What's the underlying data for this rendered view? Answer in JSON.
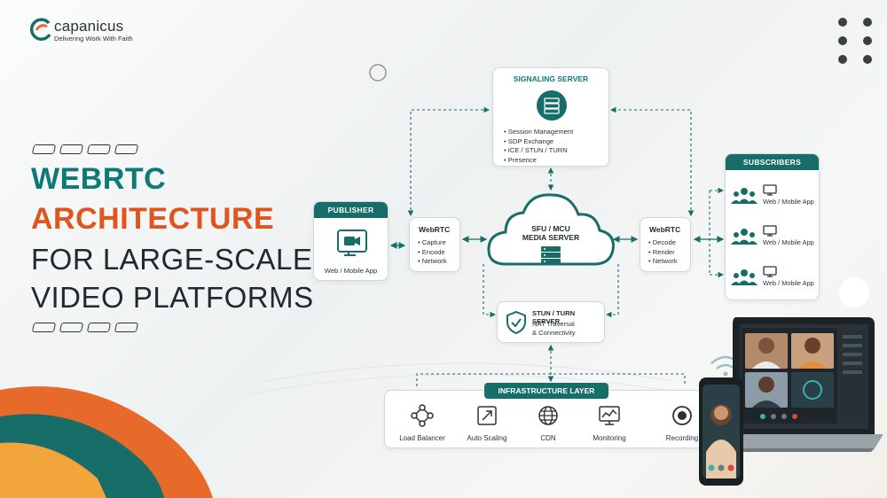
{
  "brand": {
    "name": "capanicus",
    "tagline": "Delivering Work With Faith"
  },
  "headline": {
    "line1": "WEBRTC",
    "line2": "ARCHITECTURE",
    "line3": "FOR LARGE-SCALE",
    "line4": "VIDEO PLATFORMS"
  },
  "colors": {
    "teal": "#0e7a78",
    "orange": "#e0541e",
    "dark": "#1f2a30",
    "header": "#176d68"
  },
  "signaling": {
    "title": "SIGNALING SERVER",
    "items": [
      "Session Management",
      "SDP Exchange",
      "ICE / STUN / TURN",
      "Presence"
    ],
    "icon": "server-icon"
  },
  "publisher": {
    "title": "PUBLISHER",
    "label": "Web / Mobile App",
    "icon": "video-camera-icon"
  },
  "webrtc_left": {
    "title": "WebRTC",
    "items": [
      "Capture",
      "Encode",
      "Network"
    ]
  },
  "media_server": {
    "line1": "SFU / MCU",
    "line2": "MEDIA SERVER",
    "icon": "server-rack-icon"
  },
  "webrtc_right": {
    "title": "WebRTC",
    "items": [
      "Decode",
      "Render",
      "Network"
    ]
  },
  "subscribers": {
    "title": "SUBSCRIBERS",
    "items": [
      "Web / Mobile App",
      "Web / Mobile App",
      "Web / Mobile App"
    ]
  },
  "stun": {
    "title": "STUN / TURN SERVER",
    "line2": "NAT Traversal",
    "line3": "& Connectivity",
    "icon": "shield-check-icon"
  },
  "infra": {
    "title": "INFRASTRUCTURE LAYER",
    "items": [
      {
        "label": "Load Balancer",
        "icon": "load-balancer-icon"
      },
      {
        "label": "Auto Scaling",
        "icon": "auto-scaling-icon"
      },
      {
        "label": "CDN",
        "icon": "globe-icon"
      },
      {
        "label": "Monitoring",
        "icon": "monitoring-icon"
      },
      {
        "label": "Recording",
        "icon": "record-icon"
      }
    ]
  }
}
